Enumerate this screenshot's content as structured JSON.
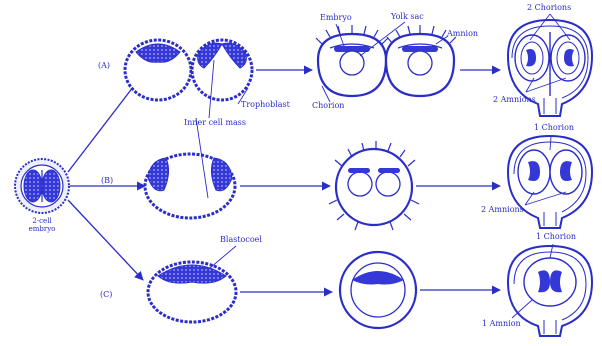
{
  "colors": {
    "ink": "#2a2dc8",
    "fill": "#3438d6",
    "background": "#ffffff"
  },
  "labels": {
    "two_cell_embryo": [
      "2-cell",
      "embryo"
    ],
    "row_a": "(A)",
    "row_b": "(B)",
    "row_c": "(C)",
    "inner_cell_mass": "Inner cell mass",
    "trophoblast": "Trophoblast",
    "blastocoel": "Blastocoel",
    "embryo": "Embryo",
    "yolk_sac": "Yolk sac",
    "amnion": "Amnion",
    "chorion": "Chorion",
    "two_chorions": "2 Chorions",
    "two_amnions_a": "2 Amnions",
    "one_chorion_b": "1 Chorion",
    "two_amnions_b": "2 Amnions",
    "one_chorion_c": "1 Chorion",
    "one_amnion": "1 Amnion"
  }
}
